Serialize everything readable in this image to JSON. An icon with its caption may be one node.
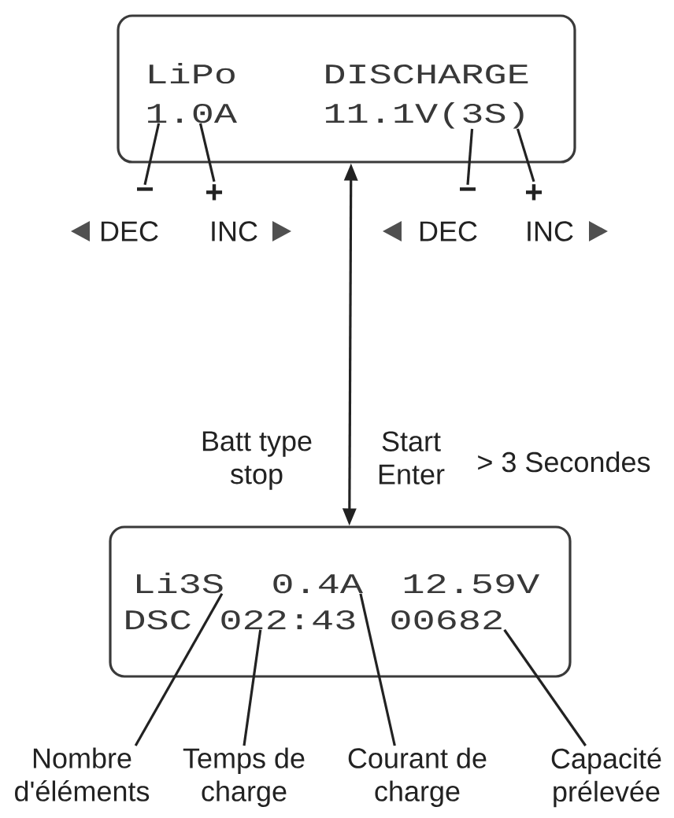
{
  "diagram": {
    "nodes": [
      {
        "text": [],
        "shape": "box"
      },
      {
        "text": [
          "LiPo"
        ],
        "in": 0
      },
      {
        "text": [
          "DISCHARGE"
        ],
        "in": 0
      },
      {
        "text": [
          "1.0A"
        ],
        "in": 0
      },
      {
        "text": [
          "11.1V(3S)"
        ],
        "in": 0
      },
      {
        "text": [
          "−"
        ],
        "beside": [
          "DEC"
        ]
      },
      {
        "text": [
          "+"
        ],
        "beside": [
          "INC"
        ]
      },
      {
        "text": [
          "−"
        ],
        "beside": [
          "DEC"
        ]
      },
      {
        "text": [
          "+"
        ],
        "beside": [
          "INC"
        ]
      },
      {
        "text": [],
        "shape": "box"
      },
      {
        "text": [
          "Li3S"
        ],
        "in": 9
      },
      {
        "text": [
          "0.4A"
        ],
        "in": 9
      },
      {
        "text": [
          "12.59V"
        ],
        "in": 9
      },
      {
        "text": [
          "DSC"
        ],
        "in": 9
      },
      {
        "text": [
          "022:43"
        ],
        "in": 9
      },
      {
        "text": [
          "00682"
        ],
        "in": 9
      },
      {
        "text": [
          "Nombre d'éléments"
        ]
      },
      {
        "text": [
          "Temps de charge"
        ]
      },
      {
        "text": [
          "Courant de charge"
        ]
      },
      {
        "text": [
          "Capacité prélevée"
        ]
      }
    ],
    "edges": [
      {
        "from": 0,
        "to": 9,
        "arrow": "both"
      },
      {
        "from": 5,
        "to": 3,
        "arrow": "none"
      },
      {
        "from": 6,
        "to": 3,
        "arrow": "none"
      },
      {
        "from": 7,
        "to": 4,
        "arrow": "none"
      },
      {
        "from": 8,
        "to": 4,
        "arrow": "none"
      },
      {
        "from": 16,
        "to": 10,
        "arrow": "none"
      },
      {
        "from": 17,
        "to": 14,
        "arrow": "none"
      },
      {
        "from": 18,
        "to": 11,
        "arrow": "none"
      },
      {
        "from": 19,
        "to": 15,
        "arrow": "none"
      }
    ],
    "labels": [
      "Batt type stop",
      "Start Enter",
      "> 3 Secondes"
    ]
  }
}
